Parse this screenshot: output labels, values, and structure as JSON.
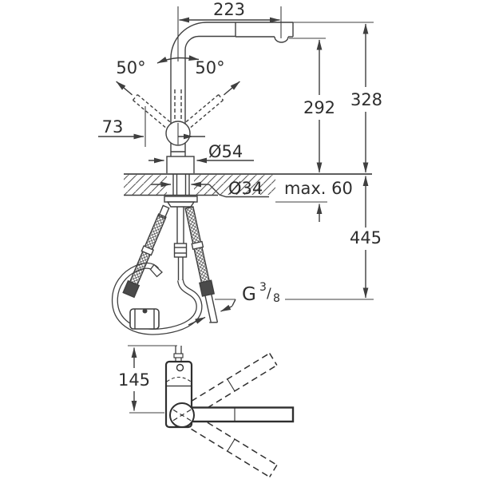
{
  "drawing_type": "faucet-installation-dimension-drawing",
  "labels": {
    "reach": "223",
    "angle_left": "50°",
    "angle_right": "50°",
    "lever_offset": "73",
    "base_dia": "Ø54",
    "hole_dia": "Ø34",
    "deck_max": "max. 60",
    "height_to_spout": "292",
    "height_total": "328",
    "hose_drop": "445",
    "thread_g": "G",
    "thread_num": "3",
    "thread_slash": "/",
    "thread_den": "8",
    "body_height": "145"
  },
  "colors": {
    "line": "#3f3f3f",
    "bold_line": "#2f2f2f",
    "counter_line": "#5f5f5f",
    "text": "#2e2e2e",
    "background": "#ffffff"
  }
}
